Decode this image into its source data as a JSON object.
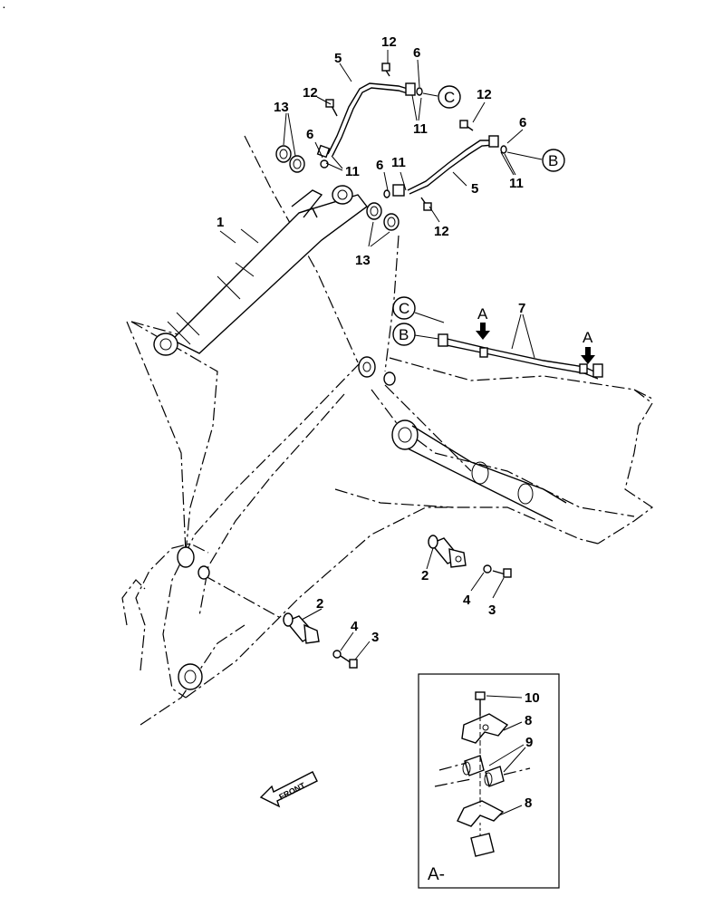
{
  "part_labels": {
    "p1": "1",
    "p2a": "2",
    "p2b": "2",
    "p3a": "3",
    "p3b": "3",
    "p4a": "4",
    "p4b": "4",
    "p5a": "5",
    "p5b": "5",
    "p6a": "6",
    "p6b": "6",
    "p6c": "6",
    "p6d": "6",
    "p7": "7",
    "p8a": "8",
    "p8b": "8",
    "p9": "9",
    "p10": "10",
    "p11a": "11",
    "p11b": "11",
    "p11c": "11",
    "p11d": "11",
    "p12a": "12",
    "p12b": "12",
    "p12c": "12",
    "p12d": "12",
    "p13a": "13",
    "p13b": "13"
  },
  "connectors": {
    "c_top": "C",
    "b_top": "B",
    "c_mid": "C",
    "b_mid": "B"
  },
  "view_markers": {
    "a_left": "A",
    "a_right": "A"
  },
  "inset": {
    "title": "A-"
  },
  "front_arrow": {
    "label": "FRONT"
  },
  "corner_mark": "."
}
